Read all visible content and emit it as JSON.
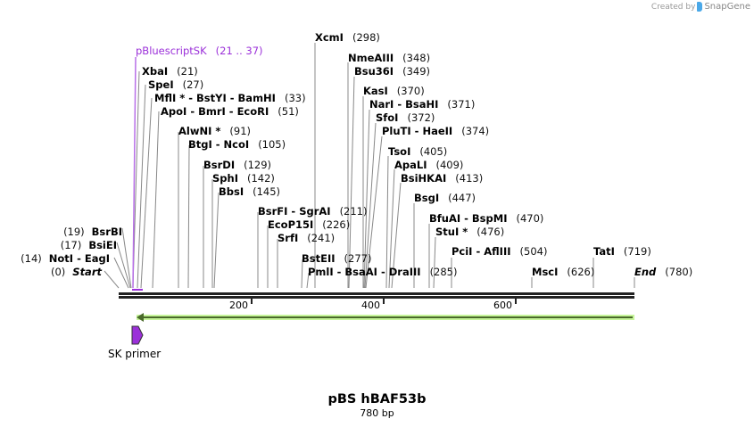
{
  "credit": {
    "prefix": "Created by",
    "brand": "SnapGene"
  },
  "title": "pBS hBAF53b",
  "subtitle": "780 bp",
  "sequence_length": 780,
  "feature": {
    "name": "pBluescriptSK",
    "range": "(21 .. 37)",
    "color": "#9b30d9"
  },
  "ruler": {
    "ticks": [
      "200",
      "400",
      "600"
    ]
  },
  "primer": {
    "name": "SK primer",
    "color": "#9b30d9"
  },
  "orf": {
    "color_fill": "#c6f59a",
    "color_line": "#4a6a2a"
  },
  "sites_right": [
    {
      "name": "pBluescriptSK",
      "pos": "(21 .. 37)"
    },
    {
      "name": "XbaI",
      "pos": "(21)"
    },
    {
      "name": "SpeI",
      "pos": "(27)"
    },
    {
      "name": "MflI * - BstYI - BamHI",
      "pos": "(33)"
    },
    {
      "name": "ApoI - BmrI - EcoRI",
      "pos": "(51)"
    },
    {
      "name": "AlwNI *",
      "pos": "(91)"
    },
    {
      "name": "BtgI - NcoI",
      "pos": "(105)"
    },
    {
      "name": "BsrDI",
      "pos": "(129)"
    },
    {
      "name": "SphI",
      "pos": "(142)"
    },
    {
      "name": "BbsI",
      "pos": "(145)"
    },
    {
      "name": "BsrFI - SgrAI",
      "pos": "(211)"
    },
    {
      "name": "EcoP15I",
      "pos": "(226)"
    },
    {
      "name": "SrfI",
      "pos": "(241)"
    },
    {
      "name": "BstEII",
      "pos": "(277)"
    },
    {
      "name": "PmlI - BsaAI - DraIII",
      "pos": "(285)"
    },
    {
      "name": "XcmI",
      "pos": "(298)"
    },
    {
      "name": "NmeAIII",
      "pos": "(348)"
    },
    {
      "name": "Bsu36I",
      "pos": "(349)"
    },
    {
      "name": "KasI",
      "pos": "(370)"
    },
    {
      "name": "NarI - BsaHI",
      "pos": "(371)"
    },
    {
      "name": "SfoI",
      "pos": "(372)"
    },
    {
      "name": "PluTI - HaeII",
      "pos": "(374)"
    },
    {
      "name": "TsoI",
      "pos": "(405)"
    },
    {
      "name": "ApaLI",
      "pos": "(409)"
    },
    {
      "name": "BsiHKAI",
      "pos": "(413)"
    },
    {
      "name": "BsgI",
      "pos": "(447)"
    },
    {
      "name": "BfuAI - BspMI",
      "pos": "(470)"
    },
    {
      "name": "StuI *",
      "pos": "(476)"
    },
    {
      "name": "PciI - AflIII",
      "pos": "(504)"
    },
    {
      "name": "MscI",
      "pos": "(626)"
    },
    {
      "name": "TatI",
      "pos": "(719)"
    },
    {
      "name": "End",
      "pos": "(780)"
    }
  ],
  "sites_left": [
    {
      "name": "BsrBI",
      "pos": "(19)"
    },
    {
      "name": "BsiEI",
      "pos": "(17)"
    },
    {
      "name": "NotI - EagI",
      "pos": "(14)"
    },
    {
      "name": "Start",
      "pos": "(0)"
    }
  ]
}
